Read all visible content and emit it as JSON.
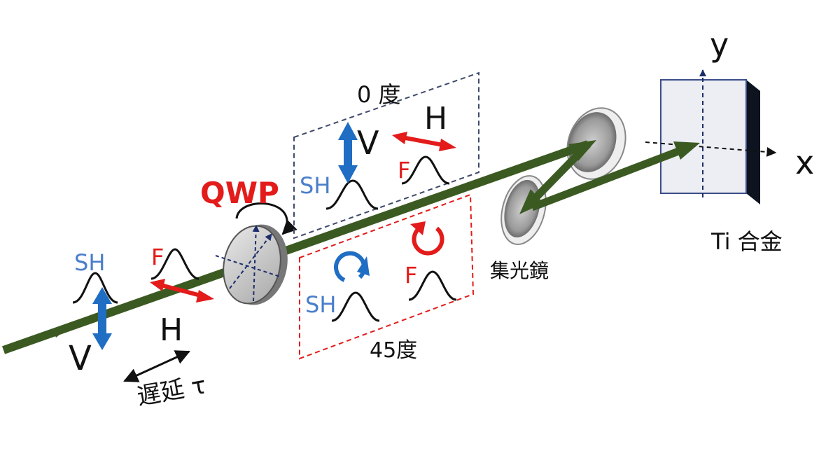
{
  "colors": {
    "beam": "#3b5a22",
    "sh_blue": "#1f6ec4",
    "f_red": "#e31b1b",
    "label_blue": "#4a7fc9",
    "box_blue_dash": "#3f4a6a",
    "box_red_dash": "#e31b1b",
    "sample_face": "#e9ecf2",
    "sample_edge": "#1a2233"
  },
  "input_pulses": {
    "sh_label": "SH",
    "f_label": "F",
    "sh_polarization": "V",
    "f_polarization": "H",
    "delay_label": "遅延 τ"
  },
  "qwp": {
    "label": "QWP"
  },
  "box_0deg": {
    "angle_label": "0 度",
    "sh_label": "SH",
    "f_label": "F",
    "sh_polarization": "V",
    "f_polarization": "H"
  },
  "box_45deg": {
    "angle_label": "45度",
    "sh_label": "SH",
    "f_label": "F"
  },
  "mirror": {
    "label": "集光鏡"
  },
  "sample": {
    "label": "Ti 合金",
    "x_axis": "x",
    "y_axis": "y"
  }
}
